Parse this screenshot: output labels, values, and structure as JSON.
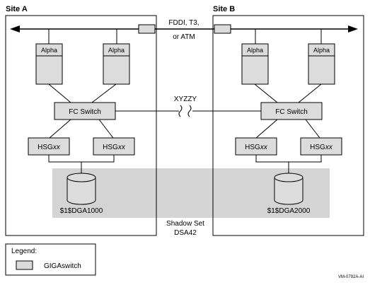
{
  "sites": {
    "a": {
      "label": "Site A"
    },
    "b": {
      "label": "Site B"
    }
  },
  "network": {
    "line1": "FDDI, T3,",
    "line2": "or ATM"
  },
  "link": {
    "label": "XYZZY"
  },
  "nodes": {
    "alpha": "Alpha",
    "fc_switch": "FC Switch",
    "hsg_prefix": "HSG",
    "hsg_suffix": "xx"
  },
  "disks": {
    "a": "$1$DGA1000",
    "b": "$1$DGA2000"
  },
  "shadow_set": {
    "line1": "Shadow Set",
    "line2": "DSA42"
  },
  "legend": {
    "title": "Legend:",
    "item": "GIGAswitch"
  },
  "figure_id": "VM-0792A-AI",
  "colors": {
    "shadow_band": "#d4d4d4",
    "box_fill": "#dcdcdc",
    "stroke": "#000000"
  }
}
